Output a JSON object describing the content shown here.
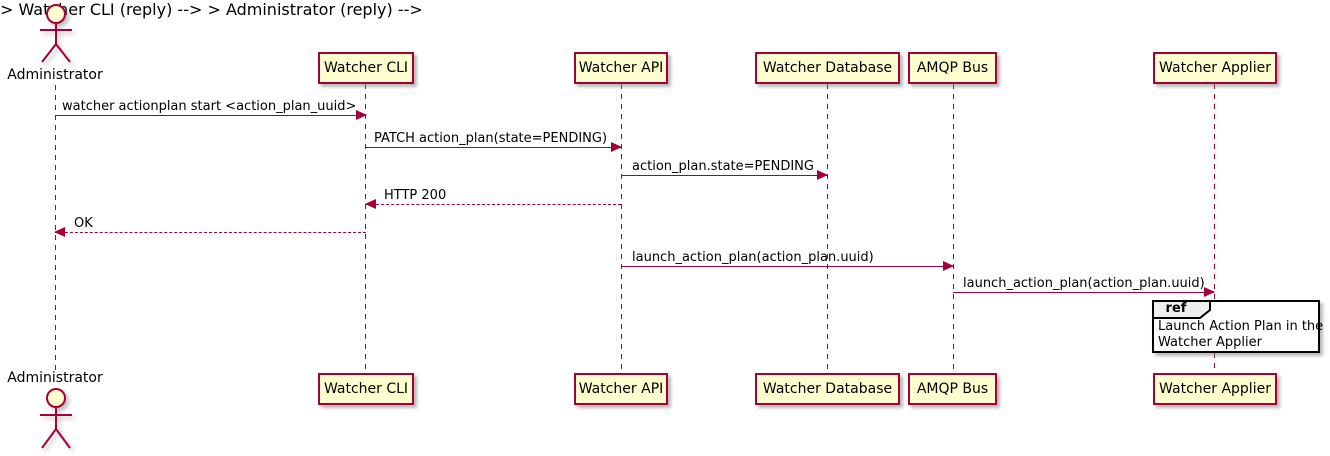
{
  "diagram": {
    "type": "uml-sequence",
    "actor": {
      "name": "Administrator"
    },
    "participants": [
      {
        "name": "Watcher CLI"
      },
      {
        "name": "Watcher API"
      },
      {
        "name": "Watcher Database"
      },
      {
        "name": "AMQP Bus"
      },
      {
        "name": "Watcher Applier"
      }
    ],
    "messages": [
      {
        "from": "Administrator",
        "to": "Watcher CLI",
        "label": "watcher actionplan start <action_plan_uuid>",
        "line": "solid",
        "direction": "right"
      },
      {
        "from": "Watcher CLI",
        "to": "Watcher API",
        "label": "PATCH action_plan(state=PENDING)",
        "line": "solid",
        "direction": "right"
      },
      {
        "from": "Watcher API",
        "to": "Watcher Database",
        "label": "action_plan.state=PENDING",
        "line": "solid",
        "direction": "right"
      },
      {
        "from": "Watcher API",
        "to": "Watcher CLI",
        "label": "HTTP 200",
        "line": "dashed",
        "direction": "left"
      },
      {
        "from": "Watcher CLI",
        "to": "Administrator",
        "label": "OK",
        "line": "dashed",
        "direction": "left"
      },
      {
        "from": "Watcher API",
        "to": "AMQP Bus",
        "label": "launch_action_plan(action_plan.uuid)",
        "line": "solid",
        "direction": "right"
      },
      {
        "from": "AMQP Bus",
        "to": "Watcher Applier",
        "label": "launch_action_plan(action_plan.uuid)",
        "line": "solid",
        "direction": "right"
      }
    ],
    "ref": {
      "keyword": "ref",
      "line1": "Launch Action Plan in the",
      "line2": "Watcher Applier",
      "over": "Watcher Applier"
    },
    "colors": {
      "participant_fill": "#FEFECE",
      "stroke": "#A80036",
      "text": "#000000",
      "ref_border": "#000000",
      "ref_tab_fill": "#EEEEEE",
      "background": "#FFFFFF"
    }
  }
}
